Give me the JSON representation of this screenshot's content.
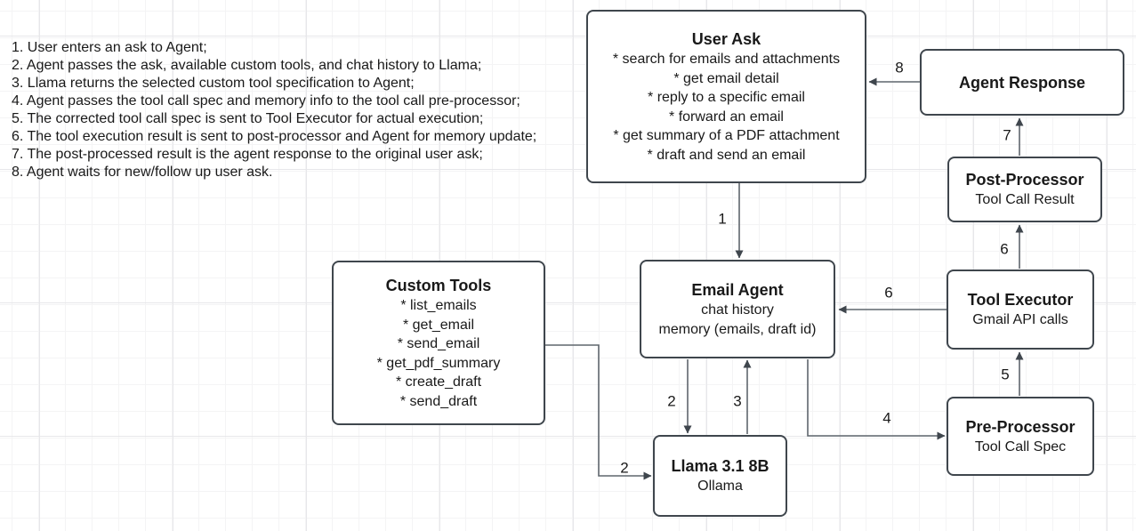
{
  "instructions": [
    "1. User enters an ask to Agent;",
    "2. Agent passes the ask, available custom tools, and chat history to Llama;",
    "3. Llama returns the selected custom tool specification to Agent;",
    "4. Agent passes the tool call spec and memory info to the tool call pre-processor;",
    "5. The corrected tool call spec is sent to Tool Executor for actual execution;",
    "6. The tool execution result is sent to post-processor and Agent for memory update;",
    "7. The post-processed result is the agent response to the original user ask;",
    "8. Agent waits for new/follow up user ask."
  ],
  "nodes": {
    "user_ask": {
      "title": "User Ask",
      "items": [
        "* search for emails and attachments",
        "* get email detail",
        "* reply to a specific email",
        "* forward an email",
        "* get summary of a PDF attachment",
        "* draft and send an email"
      ]
    },
    "agent_response": {
      "title": "Agent Response"
    },
    "post_processor": {
      "title": "Post-Processor",
      "subtitle": "Tool Call Result"
    },
    "tool_executor": {
      "title": "Tool Executor",
      "subtitle": "Gmail API calls"
    },
    "pre_processor": {
      "title": "Pre-Processor",
      "subtitle": "Tool Call Spec"
    },
    "email_agent": {
      "title": "Email Agent",
      "lines": [
        "chat history",
        "memory (emails, draft id)"
      ]
    },
    "custom_tools": {
      "title": "Custom Tools",
      "items": [
        "* list_emails",
        "* get_email",
        "* send_email",
        "* get_pdf_summary",
        "* create_draft",
        "* send_draft"
      ]
    },
    "llama": {
      "title": "Llama 3.1 8B",
      "subtitle": "Ollama"
    }
  },
  "edge_labels": {
    "step1": "1",
    "step2_agent_to_llama": "2",
    "step2_tools_to_llama": "2",
    "step3": "3",
    "step4": "4",
    "step5": "5",
    "step6_to_postprocessor": "6",
    "step6_to_agent": "6",
    "step7": "7",
    "step8": "8"
  },
  "colors": {
    "node_border": "#3f464d",
    "arrow_line": "#5f666d",
    "arrowhead": "#3f464d",
    "text": "#191919",
    "grid_minor": "#f4f4f5",
    "grid_major": "#e7e7ea",
    "node_fill": "#ffffff",
    "background": "#ffffff"
  }
}
